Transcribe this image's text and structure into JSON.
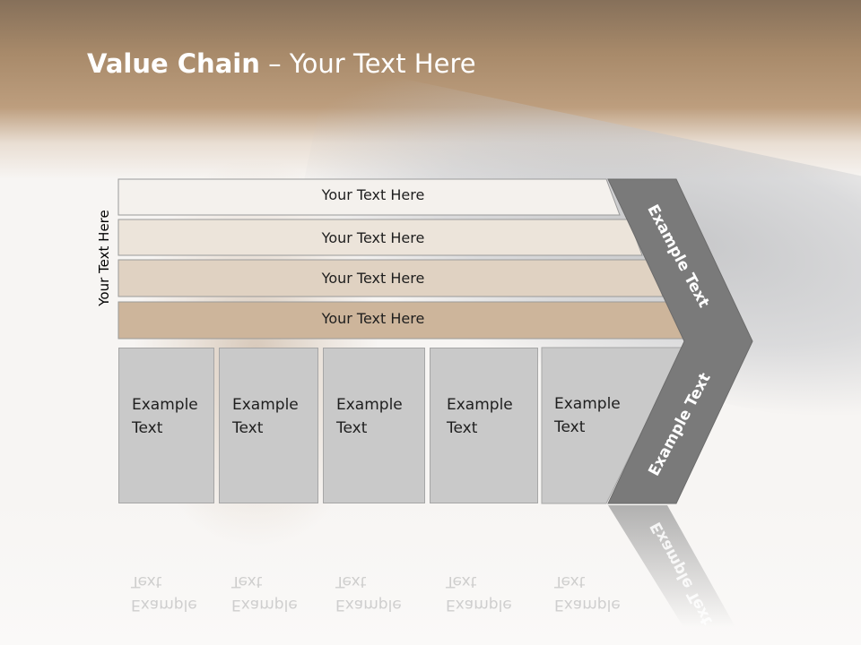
{
  "slide": {
    "title_bold": "Value Chain",
    "title_rest": " – Your Text Here",
    "side_label": "Your Text Here"
  },
  "bars": [
    {
      "label": "Your Text Here",
      "color": "#f4f1ed"
    },
    {
      "label": "Your Text Here",
      "color": "#ece4da"
    },
    {
      "label": "Your Text Here",
      "color": "#e0d2c2"
    },
    {
      "label": "Your Text Here",
      "color": "#cdb59b"
    }
  ],
  "boxes": [
    {
      "label": "Example Text"
    },
    {
      "label": "Example Text"
    },
    {
      "label": "Example Text"
    },
    {
      "label": "Example Text"
    },
    {
      "label": "Example Text"
    }
  ],
  "chevron": {
    "upper_label": "Example Text",
    "lower_label": "Example Text",
    "color": "#7a7a7a"
  }
}
